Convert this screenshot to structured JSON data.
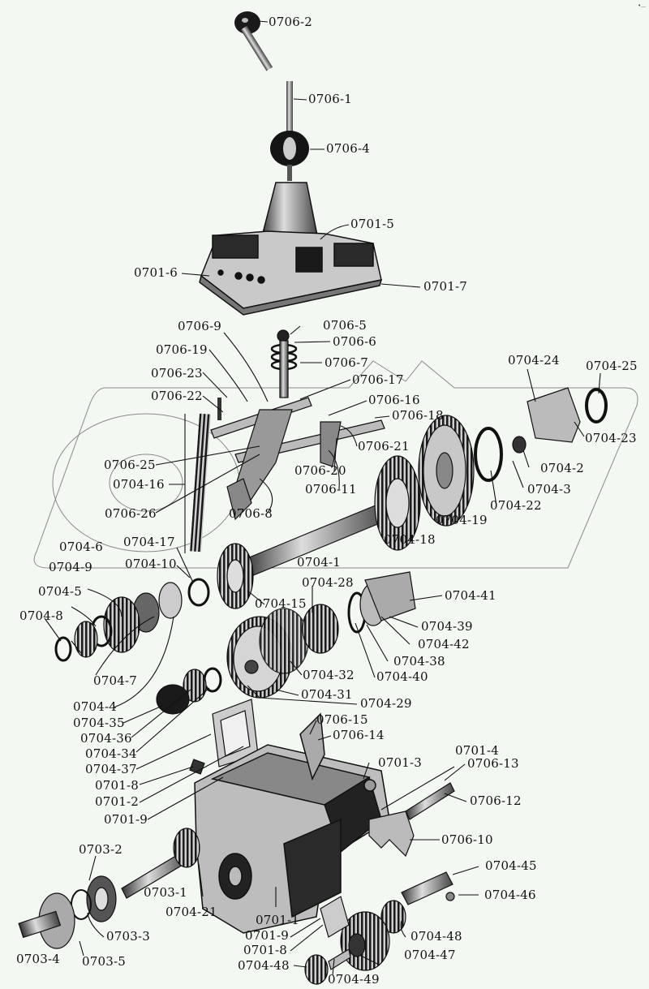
{
  "diagram": {
    "type": "exploded parts diagram",
    "subject": "transmission gearbox assembly",
    "accent_colors": {
      "background": "#f3f8f2",
      "ink": "#111111",
      "watermark": "#8a8a8a"
    },
    "corner_mark": "•…",
    "labels": [
      {
        "id": "l1",
        "text": "0706-2"
      },
      {
        "id": "l2",
        "text": "0706-1"
      },
      {
        "id": "l3",
        "text": "0706-4"
      },
      {
        "id": "l4",
        "text": "0701-5"
      },
      {
        "id": "l5",
        "text": "0701-6"
      },
      {
        "id": "l6",
        "text": "0701-7"
      },
      {
        "id": "l7",
        "text": "0706-5"
      },
      {
        "id": "l8",
        "text": "0706-9"
      },
      {
        "id": "l9",
        "text": "0706-6"
      },
      {
        "id": "l10",
        "text": "0706-19"
      },
      {
        "id": "l11",
        "text": "0706-7"
      },
      {
        "id": "l12",
        "text": "0706-23"
      },
      {
        "id": "l13",
        "text": "0706-17"
      },
      {
        "id": "l14",
        "text": "0706-22"
      },
      {
        "id": "l15",
        "text": "0706-16"
      },
      {
        "id": "l16",
        "text": "0706-18"
      },
      {
        "id": "l17",
        "text": "0706-21"
      },
      {
        "id": "l18",
        "text": "0706-25"
      },
      {
        "id": "l19",
        "text": "0706-20"
      },
      {
        "id": "l20",
        "text": "0704-16"
      },
      {
        "id": "l21",
        "text": "0706-11"
      },
      {
        "id": "l22",
        "text": "0706-26"
      },
      {
        "id": "l23",
        "text": "0706-8"
      },
      {
        "id": "l24",
        "text": "0704-24"
      },
      {
        "id": "l25",
        "text": "0704-25"
      },
      {
        "id": "l26",
        "text": "0704-23"
      },
      {
        "id": "l27",
        "text": "0704-2"
      },
      {
        "id": "l28",
        "text": "0704-3"
      },
      {
        "id": "l29",
        "text": "0704-22"
      },
      {
        "id": "l30",
        "text": "0704-19"
      },
      {
        "id": "l31",
        "text": "0704-18"
      },
      {
        "id": "l32",
        "text": "0704-6"
      },
      {
        "id": "l33",
        "text": "0704-17"
      },
      {
        "id": "l34",
        "text": "0704-9"
      },
      {
        "id": "l35",
        "text": "0704-10"
      },
      {
        "id": "l36",
        "text": "0704-1"
      },
      {
        "id": "l37",
        "text": "0704-5"
      },
      {
        "id": "l38",
        "text": "0704-15"
      },
      {
        "id": "l39",
        "text": "0704-28"
      },
      {
        "id": "l40",
        "text": "0704-41"
      },
      {
        "id": "l41",
        "text": "0704-8"
      },
      {
        "id": "l42",
        "text": "0704-39"
      },
      {
        "id": "l43",
        "text": "0704-42"
      },
      {
        "id": "l44",
        "text": "0704-38"
      },
      {
        "id": "l45",
        "text": "0704-7"
      },
      {
        "id": "l46",
        "text": "0704-32"
      },
      {
        "id": "l47",
        "text": "0704-40"
      },
      {
        "id": "l48",
        "text": "0704-4"
      },
      {
        "id": "l49",
        "text": "0704-31"
      },
      {
        "id": "l50",
        "text": "0704-29"
      },
      {
        "id": "l51",
        "text": "0704-35"
      },
      {
        "id": "l52",
        "text": "0706-15"
      },
      {
        "id": "l53",
        "text": "0704-36"
      },
      {
        "id": "l54",
        "text": "0706-14"
      },
      {
        "id": "l55",
        "text": "0704-34"
      },
      {
        "id": "l56",
        "text": "0704-37"
      },
      {
        "id": "l57",
        "text": "0701-4"
      },
      {
        "id": "l58",
        "text": "0701-3"
      },
      {
        "id": "l59",
        "text": "0706-13"
      },
      {
        "id": "l60",
        "text": "0701-8"
      },
      {
        "id": "l61",
        "text": "0701-2"
      },
      {
        "id": "l62",
        "text": "0706-12"
      },
      {
        "id": "l63",
        "text": "0701-9"
      },
      {
        "id": "l64",
        "text": "0706-10"
      },
      {
        "id": "l65",
        "text": "0703-2"
      },
      {
        "id": "l66",
        "text": "0704-45"
      },
      {
        "id": "l67",
        "text": "0703-1"
      },
      {
        "id": "l68",
        "text": "0704-46"
      },
      {
        "id": "l69",
        "text": "0704-21"
      },
      {
        "id": "l70",
        "text": "0701-1"
      },
      {
        "id": "l71",
        "text": "0703-3"
      },
      {
        "id": "l72",
        "text": "0701-9"
      },
      {
        "id": "l73",
        "text": "0704-48"
      },
      {
        "id": "l74",
        "text": "0701-8"
      },
      {
        "id": "l75",
        "text": "0704-47"
      },
      {
        "id": "l76",
        "text": "0703-4"
      },
      {
        "id": "l77",
        "text": "0703-5"
      },
      {
        "id": "l78",
        "text": "0704-48"
      },
      {
        "id": "l79",
        "text": "0704-49"
      }
    ]
  }
}
